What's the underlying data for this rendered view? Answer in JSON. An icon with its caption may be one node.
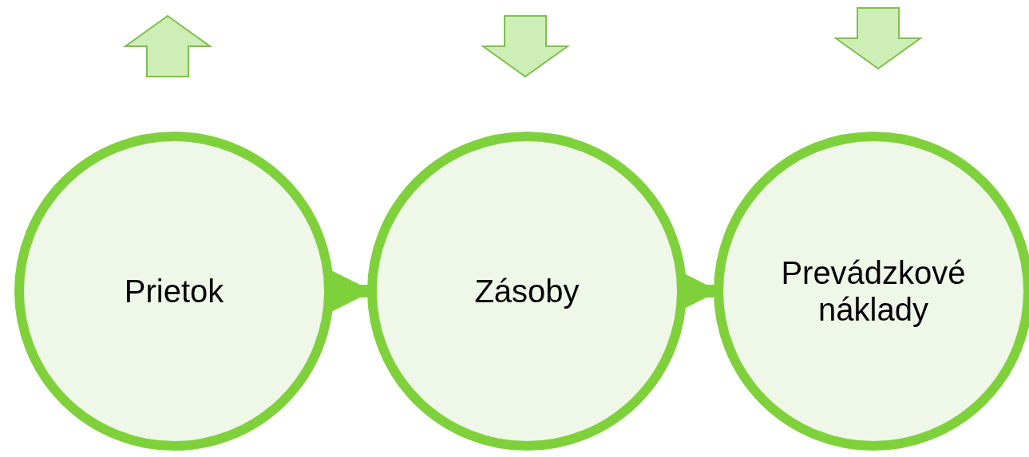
{
  "diagram": {
    "nodes": [
      {
        "text": [
          "Prietok"
        ]
      },
      {
        "text": [
          "Zásoby"
        ]
      },
      {
        "text": [
          "Prevádzkové náklady"
        ]
      }
    ],
    "edges": [
      {
        "from": 0,
        "to": 1,
        "arrow": "to"
      },
      {
        "from": 1,
        "to": 2,
        "arrow": "to"
      }
    ]
  }
}
